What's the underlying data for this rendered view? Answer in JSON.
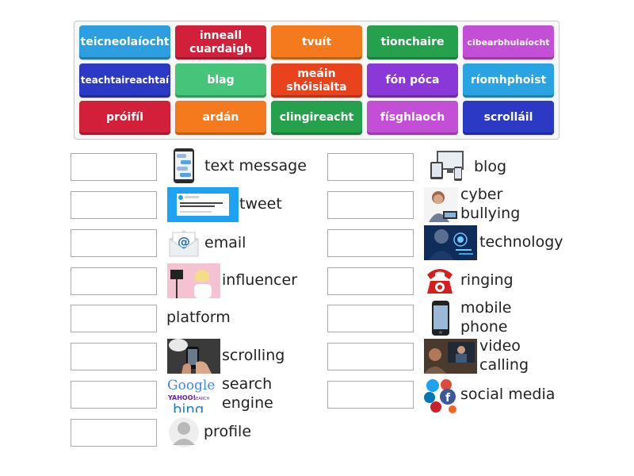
{
  "tiles": [
    {
      "text": "teicneolaíocht",
      "color": "#2d9ee0"
    },
    {
      "text": "inneall cuardaigh",
      "color": "#d3203a"
    },
    {
      "text": "tvuít",
      "color": "#f47a1d"
    },
    {
      "text": "tionchaire",
      "color": "#25a04d"
    },
    {
      "text": "cibearbhulaíocht",
      "color": "#c24fd6"
    },
    {
      "text": "teachtaireachtaí",
      "color": "#2b39c4"
    },
    {
      "text": "blag",
      "color": "#45c47a"
    },
    {
      "text": "meáin shóisialta",
      "color": "#e8431c"
    },
    {
      "text": "fón póca",
      "color": "#8a38d8"
    },
    {
      "text": "ríomhphoist",
      "color": "#2aa3e3"
    },
    {
      "text": "próifíl",
      "color": "#d3203a"
    },
    {
      "text": "ardán",
      "color": "#f47a1d"
    },
    {
      "text": "clingireacht",
      "color": "#25a04d"
    },
    {
      "text": "físghlaoch",
      "color": "#c24fd6"
    },
    {
      "text": "scrolláil",
      "color": "#2b39c4"
    }
  ],
  "left_items": [
    {
      "label": "text message",
      "icon": "phone-chat-icon"
    },
    {
      "label": "tweet",
      "icon": "tweet-screenshot-icon"
    },
    {
      "label": "email",
      "icon": "email-envelope-icon"
    },
    {
      "label": "influencer",
      "icon": "influencer-photo-icon"
    },
    {
      "label": "platform",
      "icon": ""
    },
    {
      "label": "scrolling",
      "icon": "scrolling-photo-icon"
    },
    {
      "label": "search engine",
      "icon": "search-engines-icon"
    },
    {
      "label": "profile",
      "icon": "profile-avatar-icon"
    }
  ],
  "right_items": [
    {
      "label": "blog",
      "icon": "devices-icon"
    },
    {
      "label": "cyber bullying",
      "icon": "sad-person-icon"
    },
    {
      "label": "technology",
      "icon": "technology-photo-icon"
    },
    {
      "label": "ringing",
      "icon": "red-telephone-icon"
    },
    {
      "label": "mobile phone",
      "icon": "mobile-phone-icon"
    },
    {
      "label": "video calling",
      "icon": "video-call-photo-icon"
    },
    {
      "label": "social media",
      "icon": "social-media-bubbles-icon"
    }
  ],
  "images": {
    "google": "Google",
    "yahoo": "YAHOO!",
    "yahoo_sub": "SEARCH",
    "bing": "bing"
  }
}
